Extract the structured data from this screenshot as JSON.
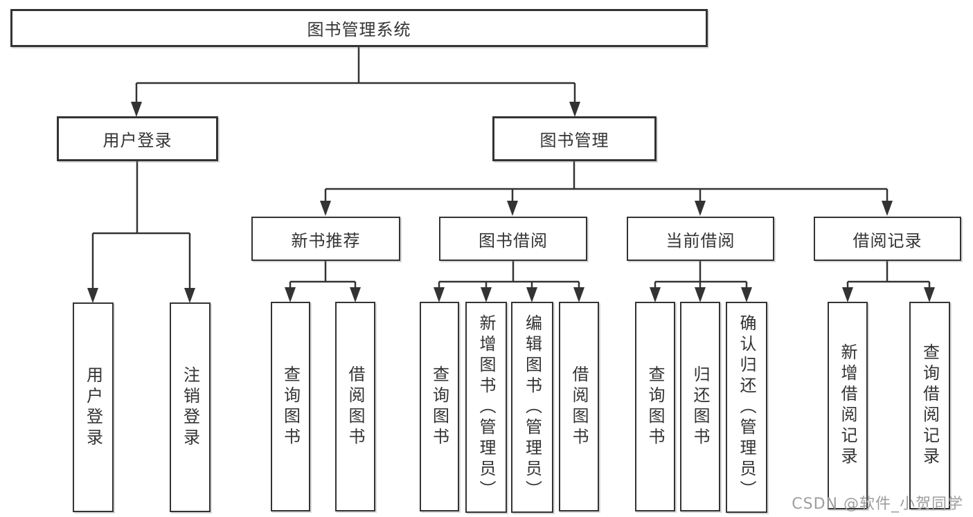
{
  "diagram": {
    "line_color": "#333333",
    "box_background": "#ffffff",
    "text_color": "#333333",
    "root": {
      "label": "图书管理系统"
    },
    "branches": [
      {
        "label": "用户登录",
        "children": [
          {
            "label": "用户登录"
          },
          {
            "label": "注销登录"
          }
        ]
      },
      {
        "label": "图书管理",
        "children": [
          {
            "label": "新书推荐",
            "children": [
              {
                "label": "查询图书"
              },
              {
                "label": "借阅图书"
              }
            ]
          },
          {
            "label": "图书借阅",
            "children": [
              {
                "label": "查询图书"
              },
              {
                "label": "新增图书（管理员）"
              },
              {
                "label": "编辑图书（管理员）"
              },
              {
                "label": "借阅图书"
              }
            ]
          },
          {
            "label": "当前借阅",
            "children": [
              {
                "label": "查询图书"
              },
              {
                "label": "归还图书"
              },
              {
                "label": "确认归还（管理员）"
              }
            ]
          },
          {
            "label": "借阅记录",
            "children": [
              {
                "label": "新增借阅记录"
              },
              {
                "label": "查询借阅记录"
              }
            ]
          }
        ]
      }
    ]
  },
  "watermark": {
    "text": "CSDN @软件_小贺同学",
    "color": "#9e9e9e"
  }
}
